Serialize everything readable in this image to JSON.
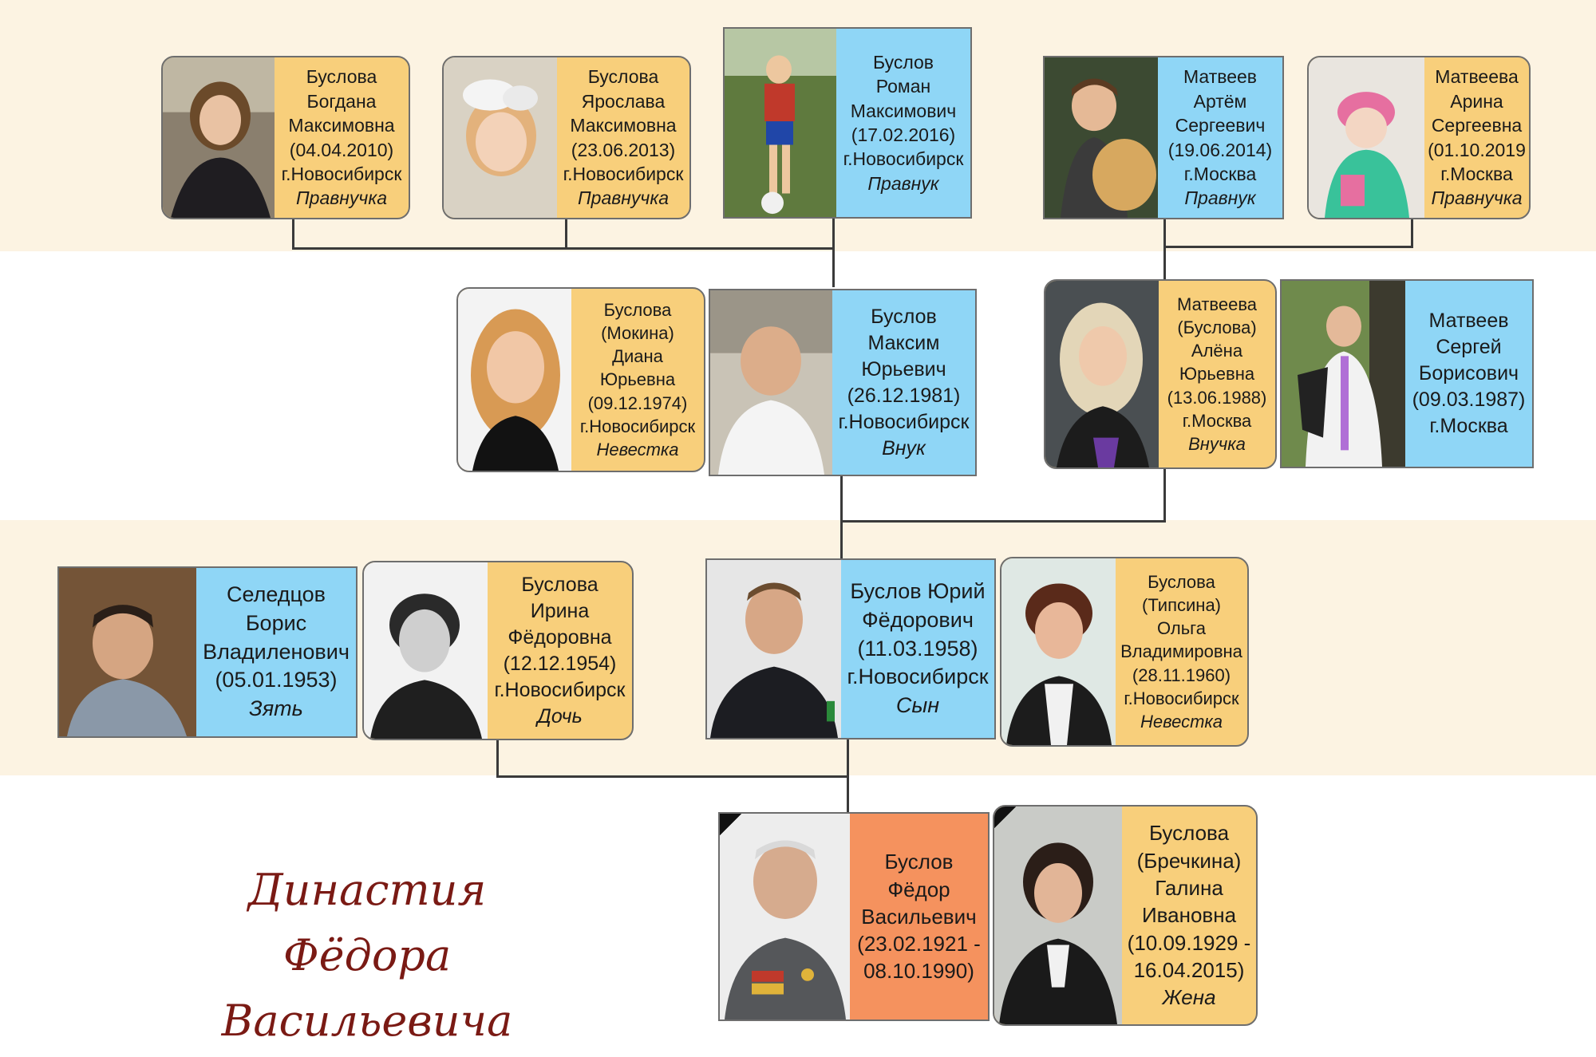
{
  "colors": {
    "yellow": "#f8cf7b",
    "blue": "#8fd6f6",
    "orange": "#f5925e",
    "title": "#7a1a14",
    "band": "#fcf3e2"
  },
  "title": {
    "line1": "Династия",
    "line2": "Фёдора Васильевича"
  },
  "people": [
    {
      "id": "bogdana",
      "photo": "portrait-photo",
      "lines": [
        "Буслова",
        "Богдана",
        "Максимовна",
        "(04.04.2010)",
        "г.Новосибирск"
      ],
      "relation": "Правнучка"
    },
    {
      "id": "yaroslava",
      "photo": "portrait-photo",
      "lines": [
        "Буслова",
        "Ярослава",
        "Максимовна",
        "(23.06.2013)",
        "г.Новосибирск"
      ],
      "relation": "Правнучка"
    },
    {
      "id": "roman",
      "photo": "portrait-photo",
      "lines": [
        "Буслов",
        "Роман",
        "Максимович",
        "(17.02.2016)",
        "г.Новосибирск"
      ],
      "relation": "Правнук"
    },
    {
      "id": "artyom",
      "photo": "portrait-photo",
      "lines": [
        "Матвеев",
        "Артём",
        "Сергеевич",
        "(19.06.2014)",
        "г.Москва"
      ],
      "relation": "Правнук"
    },
    {
      "id": "arina",
      "photo": "portrait-photo",
      "lines": [
        "Матвеева",
        "Арина",
        "Сергеевна",
        "(01.10.2019",
        "г.Москва"
      ],
      "relation": "Правнучка"
    },
    {
      "id": "diana",
      "photo": "portrait-photo",
      "lines": [
        "Буслова",
        "(Мокина)",
        "Диана",
        "Юрьевна",
        "(09.12.1974)",
        "г.Новосибирск"
      ],
      "relation": "Невестка"
    },
    {
      "id": "maksim",
      "photo": "portrait-photo",
      "lines": [
        "Буслов",
        "Максим",
        "Юрьевич",
        "(26.12.1981)",
        "г.Новосибирск"
      ],
      "relation": "Внук"
    },
    {
      "id": "alena",
      "photo": "portrait-photo",
      "lines": [
        "Матвеева",
        "(Буслова)",
        "Алёна",
        "Юрьевна",
        "(13.06.1988)",
        "г.Москва"
      ],
      "relation": "Внучка"
    },
    {
      "id": "sergey",
      "photo": "portrait-photo",
      "lines": [
        "Матвеев",
        "Сергей",
        "Борисович",
        "(09.03.1987)",
        "г.Москва"
      ],
      "relation": ""
    },
    {
      "id": "boris",
      "photo": "portrait-photo",
      "lines": [
        "Селедцов",
        "Борис",
        "Владиленович",
        "(05.01.1953)"
      ],
      "relation": "Зять"
    },
    {
      "id": "irina",
      "photo": "portrait-photo",
      "lines": [
        "Буслова",
        "Ирина",
        "Фёдоровна",
        "(12.12.1954)",
        "г.Новосибирск"
      ],
      "relation": "Дочь"
    },
    {
      "id": "yuriy",
      "photo": "portrait-photo",
      "lines": [
        "Буслов Юрий",
        "Фёдорович",
        "(11.03.1958)",
        "г.Новосибирск"
      ],
      "relation": "Сын"
    },
    {
      "id": "olga",
      "photo": "portrait-photo",
      "lines": [
        "Буслова",
        "(Типсина)",
        "Ольга",
        "Владимировна",
        "(28.11.1960)",
        "г.Новосибирск"
      ],
      "relation": "Невестка"
    },
    {
      "id": "fedor",
      "photo": "portrait-photo",
      "lines": [
        "Буслов",
        "Фёдор",
        "Васильевич",
        "(23.02.1921 -",
        "08.10.1990)"
      ],
      "relation": ""
    },
    {
      "id": "galina",
      "photo": "portrait-photo",
      "lines": [
        "Буслова",
        "(Бречкина)",
        "Галина",
        "Ивановна",
        "(10.09.1929 -",
        "16.04.2015)"
      ],
      "relation": "Жена"
    }
  ]
}
